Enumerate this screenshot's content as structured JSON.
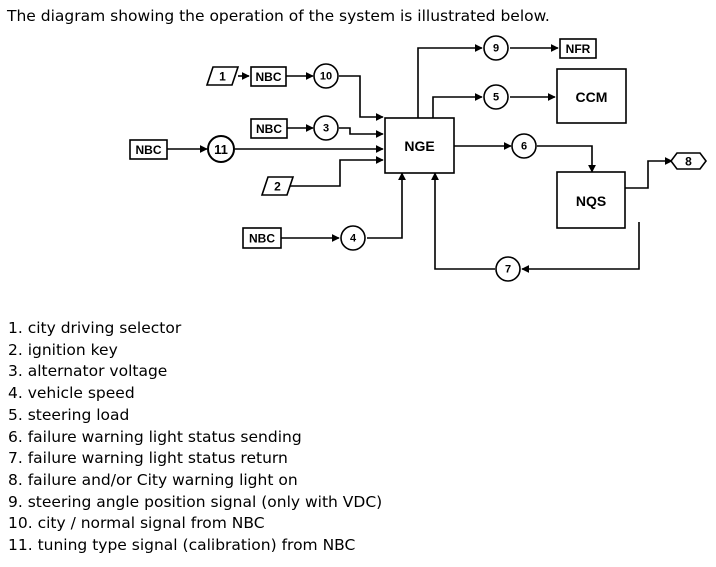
{
  "intro": "The diagram showing the operation of the system is illustrated below.",
  "diagram": {
    "boxes": {
      "nge": "NGE",
      "ccm": "CCM",
      "nqs": "NQS",
      "nfr": "NFR",
      "nbc_top": "NBC",
      "nbc_mid": "NBC",
      "nbc_left": "NBC",
      "nbc_bottom": "NBC"
    },
    "circles": {
      "c4": "4",
      "c5": "5",
      "c6": "6",
      "c7": "7",
      "c9": "9",
      "c10": "10",
      "c11": "11",
      "c3": "3"
    },
    "tags": {
      "t1": "1",
      "t2": "2",
      "t8": "8"
    }
  },
  "legend": [
    "1. city driving selector",
    "2. ignition key",
    "3. alternator voltage",
    "4. vehicle speed",
    "5. steering load",
    "6. failure warning light status sending",
    "7. failure warning light status return",
    "8. failure and/or City warning light on",
    "9. steering angle position signal (only with VDC)",
    "10. city / normal signal from NBC",
    "11. tuning type signal (calibration) from NBC"
  ]
}
